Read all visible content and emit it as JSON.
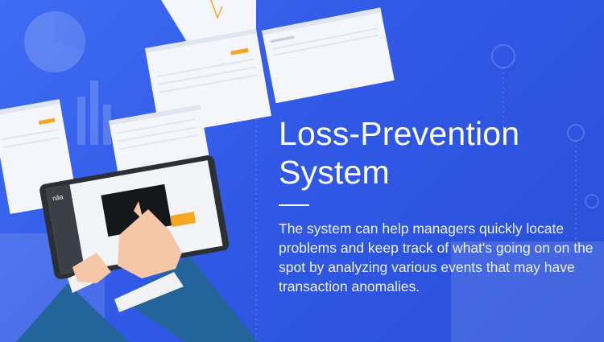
{
  "title": "Loss-Prevention\nSystem",
  "description": "The system can help managers quickly locate problems and keep track of what's going on on the spot by analyzing various events that may have transaction anomalies.",
  "tablet_logo": "năa",
  "colors": {
    "background_start": "#3f6df3",
    "background_end": "#2a4fd8",
    "accent": "#f5a623",
    "text": "#ffffff"
  }
}
